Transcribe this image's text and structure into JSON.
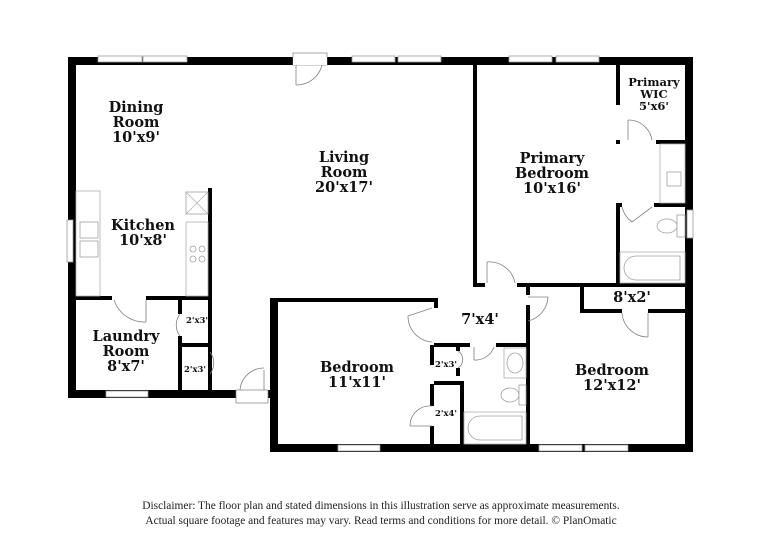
{
  "rooms": {
    "dining": {
      "name_line1": "Dining",
      "name_line2": "Room",
      "dims": "10'x9'"
    },
    "living": {
      "name_line1": "Living",
      "name_line2": "Room",
      "dims": "20'x17'"
    },
    "primary_bedroom": {
      "name_line1": "Primary",
      "name_line2": "Bedroom",
      "dims": "10'x16'"
    },
    "primary_wic": {
      "name_line1": "Primary",
      "name_line2": "WIC",
      "dims": "5'x6'"
    },
    "kitchen": {
      "name": "Kitchen",
      "dims": "10'x8'"
    },
    "laundry": {
      "name_line1": "Laundry",
      "name_line2": "Room",
      "dims": "8'x7'"
    },
    "closet_laundry_upper": {
      "dims": "2'x3'"
    },
    "closet_laundry_lower": {
      "dims": "2'x3'"
    },
    "hall": {
      "dims": "7'x4'"
    },
    "bedroom_2": {
      "name": "Bedroom",
      "dims": "11'x11'"
    },
    "closet_hall_upper": {
      "dims": "2'x3'"
    },
    "closet_hall_lower": {
      "dims": "2'x4'"
    },
    "bedroom_closet_8x2": {
      "dims": "8'x2'"
    },
    "bedroom_3": {
      "name": "Bedroom",
      "dims": "12'x12'"
    }
  },
  "disclaimer": {
    "line1": "Disclaimer: The floor plan and stated dimensions in this illustration serve as approximate measurements.",
    "line2": "Actual square footage and features may vary. Read terms and conditions for more detail. © PlanOmatic"
  },
  "colors": {
    "wall": "#000000",
    "background": "#ffffff",
    "fixture_line": "#a0a0a0",
    "text": "#111111"
  }
}
